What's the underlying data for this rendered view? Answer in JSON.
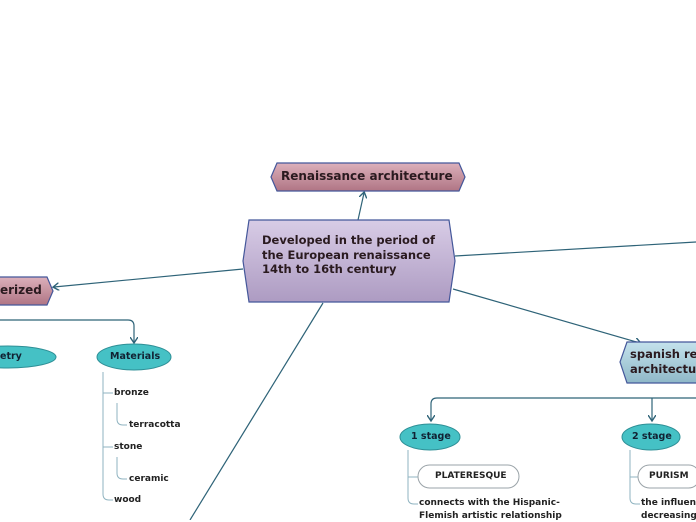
{
  "nodes": {
    "top": "Renaissance architecture",
    "center": "Developed in the period of the European renaissance 14th to 16th century",
    "left": "erized",
    "spanish": "spanish re\narchitectu",
    "materials": "Materials",
    "geometry": "etry",
    "stage1": "1 stage",
    "stage2": "2 stage",
    "plateresque": "PLATERESQUE",
    "purism": "PURISM"
  },
  "materials": {
    "bronze": "bronze",
    "terracotta": "terracotta",
    "stone": "stone",
    "ceramic": "ceramic",
    "wood": "wood"
  },
  "stage1_text": "connects with the Hispanic-\nFlemish artistic relationship",
  "stage2_text": "the influenc\ndecreasing",
  "colors": {
    "mauve_fill": "#c48a98",
    "center_fill": "#c3b4d4",
    "teal_fill": "#45c1c5",
    "spanish_fill": "#a7ccd9",
    "line": "#2e6378"
  }
}
